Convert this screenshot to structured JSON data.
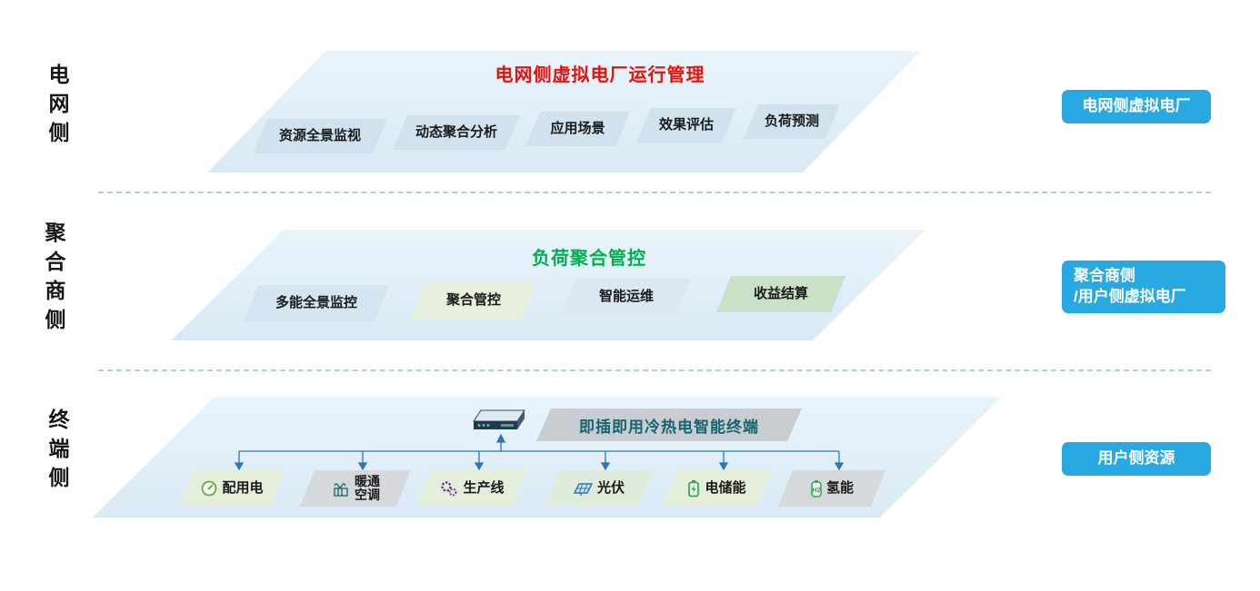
{
  "colors": {
    "accent_blue": "#29a9e1",
    "title_red": "#e8120c",
    "title_green": "#00b050",
    "terminal_title_teal": "#15656f",
    "connector_blue": "#2e75b6",
    "layer_fill": "#ddedf8"
  },
  "grid_layer": {
    "side_label": "电网侧",
    "title": "电网侧虚拟电厂运行管理",
    "boxes": [
      "资源全景监视",
      "动态聚合分析",
      "应用场景",
      "效果评估",
      "负荷预测"
    ],
    "tag": "电网侧虚拟电厂"
  },
  "aggregator_layer": {
    "side_label": "聚合商侧",
    "title": "负荷聚合管控",
    "boxes": [
      "多能全景监控",
      "聚合管控",
      "智能运维",
      "收益结算"
    ],
    "tag_line1": "聚合商侧",
    "tag_line2": "/用户侧虚拟电厂"
  },
  "terminal_layer": {
    "side_label": "终端侧",
    "title": "即插即用冷热电智能终端",
    "boxes": [
      {
        "label": "配用电",
        "icon": "meter-icon"
      },
      {
        "label": "暖通\n空调",
        "icon": "hvac-icon"
      },
      {
        "label": "生产线",
        "icon": "production-line-icon"
      },
      {
        "label": "光伏",
        "icon": "solar-panel-icon"
      },
      {
        "label": "电储能",
        "icon": "battery-icon"
      },
      {
        "label": "氢能",
        "icon": "hydrogen-icon"
      }
    ],
    "tag": "用户侧资源"
  }
}
